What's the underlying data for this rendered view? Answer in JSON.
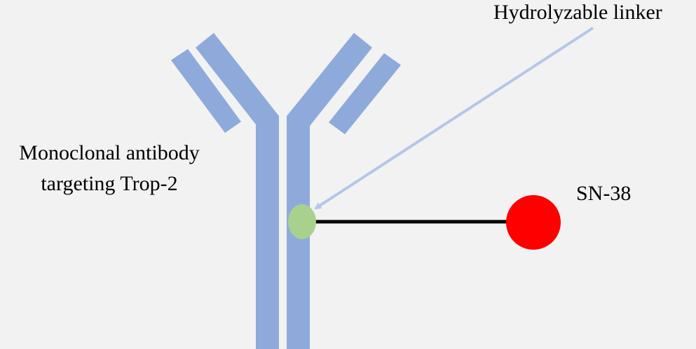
{
  "labels": {
    "antibody_line1": "Monoclonal antibody",
    "antibody_line2": "targeting Trop-2",
    "linker": "Hydrolyzable linker",
    "payload": "SN-38"
  },
  "colors": {
    "background": "#f2f2f2",
    "antibody": "#8eaadb",
    "linker_node": "#a9d18e",
    "payload": "#ff0000",
    "connector": "#000000",
    "arrow": "#b4c7e7"
  }
}
